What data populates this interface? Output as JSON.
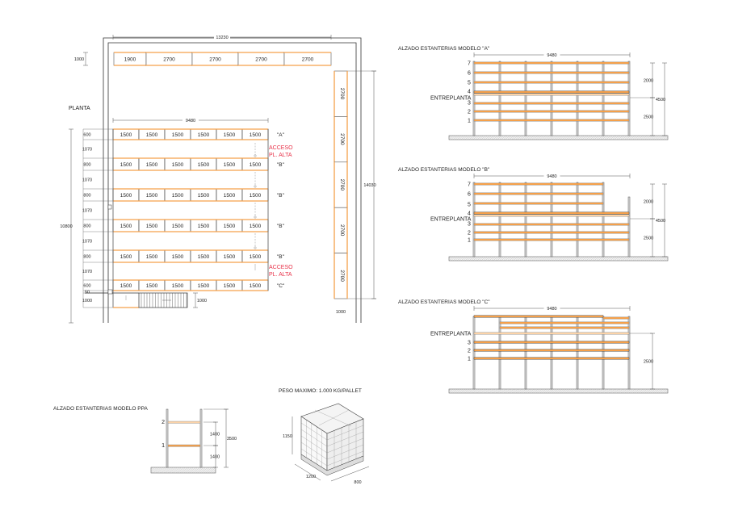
{
  "colors": {
    "beam": "#f5a04a",
    "beam_light": "#fbd3a8",
    "line": "#444444",
    "access": "#e8334a"
  },
  "plan": {
    "title": "PLANTA",
    "total_width": "13230",
    "total_depth": "14030",
    "rack_width": "9480",
    "total_rows_depth": "10800",
    "top_row_depth": "1000",
    "right_col_width": "1000",
    "stair_width": "1000",
    "top_row": [
      "1900",
      "2700",
      "2700",
      "2700",
      "2700"
    ],
    "right_col": [
      "2700",
      "2700",
      "2700",
      "2700",
      "2700"
    ],
    "rows": [
      {
        "model": "\"A\"",
        "cells": [
          "1500",
          "1500",
          "1500",
          "1500",
          "1500",
          "1500"
        ]
      },
      {
        "model": "\"B\"",
        "cells": [
          "1500",
          "1500",
          "1500",
          "1500",
          "1500",
          "1500"
        ]
      },
      {
        "model": "\"B\"",
        "cells": [
          "1500",
          "1500",
          "1500",
          "1500",
          "1500",
          "1500"
        ]
      },
      {
        "model": "\"B\"",
        "cells": [
          "1500",
          "1500",
          "1500",
          "1500",
          "1500",
          "1500"
        ]
      },
      {
        "model": "\"B\"",
        "cells": [
          "1500",
          "1500",
          "1500",
          "1500",
          "1500",
          "1500"
        ]
      },
      {
        "model": "\"C\"",
        "cells": [
          "1500",
          "1500",
          "1500",
          "1500",
          "1500",
          "1500"
        ]
      }
    ],
    "left_dims": [
      "600",
      "1070",
      "800",
      "1070",
      "800",
      "1070",
      "800",
      "1070",
      "800",
      "1070",
      "600",
      "50",
      "1000"
    ],
    "access_labels": [
      [
        "ACCESO",
        "PL. ALTA"
      ],
      [
        "ACCESO",
        "PL. ALTA"
      ]
    ]
  },
  "elevations": [
    {
      "title": "ALZADO ESTANTERIAS MODELO \"A\"",
      "width": "9480",
      "levels": [
        "7",
        "6",
        "5",
        "4",
        "3",
        "2",
        "1"
      ],
      "mezzanine": "ENTREPLANTA",
      "dims": [
        "2000",
        "4500",
        "2500"
      ]
    },
    {
      "title": "ALZADO ESTANTERIAS MODELO \"B\"",
      "width": "9480",
      "levels": [
        "7",
        "6",
        "5",
        "4",
        "3",
        "2",
        "1"
      ],
      "mezzanine": "ENTREPLANTA",
      "dims": [
        "2000",
        "4500",
        "2500"
      ]
    },
    {
      "title": "ALZADO ESTANTERIAS MODELO \"C\"",
      "width": "9480",
      "levels": [
        "3",
        "2",
        "1"
      ],
      "mezzanine": "ENTREPLANTA",
      "dims": [
        "2500"
      ]
    }
  ],
  "ppa": {
    "title": "ALZADO ESTANTERIAS MODELO PPA",
    "levels": [
      "2",
      "1"
    ],
    "dims": [
      "1400",
      "1400",
      "3500"
    ]
  },
  "pallet": {
    "title": "PESO MAXIMO: 1.000 KG/PALLET",
    "height": "1150",
    "length": "1200",
    "width": "800"
  }
}
